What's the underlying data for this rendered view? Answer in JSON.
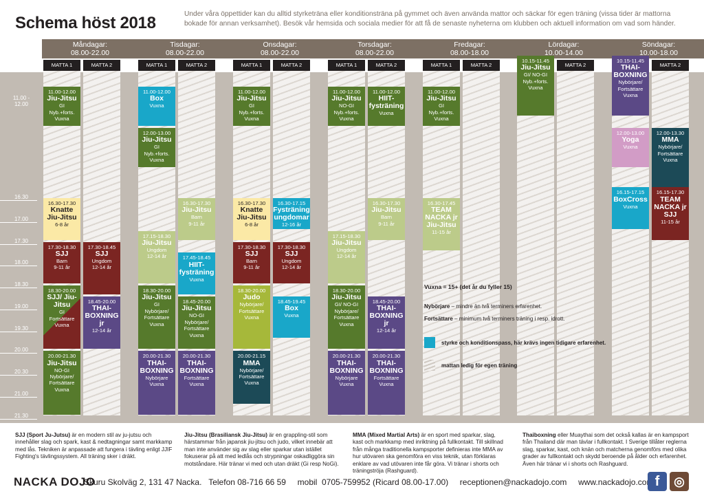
{
  "title": "Schema höst 2018",
  "intro": "Under våra öppettider kan du alltid styrketräna eller konditionsträna på gymmet och även använda mattor och säckar för egen träning (vissa tider är mattorna bokade för annan verksamhet). Besök vår hemsida och sociala medier för att få de senaste nyheterna om klubben och aktuell information om vad som händer.",
  "days": [
    {
      "name": "Måndagar:",
      "hours": "08.00-22.00",
      "m1": "MATTA 1",
      "m2": "MATTA 2"
    },
    {
      "name": "Tisdagar:",
      "hours": "08.00-22.00",
      "m1": "MATTA 1",
      "m2": "MATTA 2"
    },
    {
      "name": "Onsdagar:",
      "hours": "08.00-22.00",
      "m1": "MATTA 1",
      "m2": "MATTA 2"
    },
    {
      "name": "Torsdagar:",
      "hours": "08.00-22.00",
      "m1": "MATTA 1",
      "m2": "MATTA 2"
    },
    {
      "name": "Fredagar:",
      "hours": "08.00-18.00",
      "m1": "MATTA 1",
      "m2": "MATTA 2"
    },
    {
      "name": "Lördagar:",
      "hours": "10.00-14.00",
      "m1": "MATTA 1",
      "m2": "MATTA 2"
    },
    {
      "name": "Söndagar:",
      "hours": "10.00-18.00",
      "m1": "MATTA 1",
      "m2": "MATTA 2"
    }
  ],
  "times": [
    "11.00 - 12.00",
    "16.30",
    "17.00",
    "17.30",
    "18.00",
    "18.30",
    "19.00",
    "19.30",
    "20.00",
    "20.30",
    "21.00",
    "21.30"
  ],
  "classes": [
    {
      "time": "11.00-12.00",
      "name": "Jiu-Jitsu",
      "lines": [
        "GI",
        "Nyb.+forts.",
        "Vuxna"
      ]
    },
    {
      "time": "16.30-17.30",
      "name": "Knatte Jiu-Jitsu",
      "lines": [
        "6-8 år"
      ]
    },
    {
      "time": "17.30-18.30",
      "name": "SJJ",
      "lines": [
        "Barn",
        "9-11 år"
      ]
    },
    {
      "time": "18.30-20.00",
      "name": "SJJ/ Jiu-Jitsu",
      "lines": [
        "GI",
        "Fortsättare",
        "Vuxna"
      ]
    },
    {
      "time": "20.00-21.30",
      "name": "Jiu-Jitsu",
      "lines": [
        "NO-GI",
        "Nybörjare/",
        "Fortsättare",
        "Vuxna"
      ]
    },
    {
      "time": "17.30-18.45",
      "name": "SJJ",
      "lines": [
        "Ungdom",
        "12-14 år"
      ]
    },
    {
      "time": "18.45-20.00",
      "name": "THAI-BOXNING jr",
      "lines": [
        "12-14 år"
      ]
    },
    {
      "time": "11.00-12.00",
      "name": "Box",
      "lines": [
        "Vuxna"
      ]
    },
    {
      "time": "12.00-13.00",
      "name": "Jiu-Jitsu",
      "lines": [
        "GI",
        "Nyb.+forts.",
        "Vuxna"
      ]
    },
    {
      "time": "17.15-18.30",
      "name": "Jiu-Jitsu",
      "lines": [
        "Ungdom",
        "12-14 år"
      ]
    },
    {
      "time": "18.30-20.00",
      "name": "Jiu-Jitsu",
      "lines": [
        "GI",
        "Nybörjare/",
        "Fortsättare",
        "Vuxna"
      ]
    },
    {
      "time": "20.00-21.30",
      "name": "THAI-BOXNING",
      "lines": [
        "Nybörjare",
        "Vuxna"
      ]
    },
    {
      "time": "16.30-17.30",
      "name": "Jiu-Jitsu",
      "lines": [
        "Barn",
        "9-11 år"
      ]
    },
    {
      "time": "17.45-18.45",
      "name": "HIIT-fysträning",
      "lines": [
        "Vuxna"
      ]
    },
    {
      "time": "18.45-20.00",
      "name": "Jiu-Jitsu",
      "lines": [
        "NO-GI",
        "Nybörjare/",
        "Fortsättare",
        "Vuxna"
      ]
    },
    {
      "time": "20.00-21.30",
      "name": "THAI-BOXNING",
      "lines": [
        "Fortsättare",
        "Vuxna"
      ]
    },
    {
      "time": "11.00-12.00",
      "name": "Jiu-Jitsu",
      "lines": [
        "GI",
        "Nyb.+forts.",
        "Vuxna"
      ]
    },
    {
      "time": "16.30-17.30",
      "name": "Knatte Jiu-Jitsu",
      "lines": [
        "6-8 år"
      ]
    },
    {
      "time": "17.30-18.30",
      "name": "SJJ",
      "lines": [
        "Barn",
        "9-11 år"
      ]
    },
    {
      "time": "18.30-20.00",
      "name": "Judo",
      "lines": [
        "Nybörjare/",
        "Fortsättare",
        "Vuxna"
      ]
    },
    {
      "time": "20.00-21.15",
      "name": "MMA",
      "lines": [
        "Nybörjare/",
        "Fortsättare",
        "Vuxna"
      ]
    },
    {
      "time": "16.30-17.15",
      "name": "Fysträning ungdomar",
      "lines": [
        "12-16 år"
      ]
    },
    {
      "time": "17.30-18.30",
      "name": "SJJ",
      "lines": [
        "Ungdom",
        "12-14 år"
      ]
    },
    {
      "time": "18.45-19.45",
      "name": "Box",
      "lines": [
        "Vuxna"
      ]
    },
    {
      "time": "11.00-12.00",
      "name": "Jiu-Jitsu",
      "lines": [
        "NO-GI",
        "Nyb.+forts.",
        "Vuxna"
      ]
    },
    {
      "time": "17.15-18.30",
      "name": "Jiu-Jitsu",
      "lines": [
        "Ungdom",
        "12-14 år"
      ]
    },
    {
      "time": "18.30-20.00",
      "name": "Jiu-Jitsu",
      "lines": [
        "GI/ NO-GI",
        "Nybörjare/",
        "Fortsättare",
        "Vuxna"
      ]
    },
    {
      "time": "20.00-21.30",
      "name": "THAI-BOXNING",
      "lines": [
        "Nybörjare",
        "Vuxna"
      ]
    },
    {
      "time": "11.00-12.00",
      "name": "HIIT-fysträning",
      "lines": [
        "Vuxna"
      ]
    },
    {
      "time": "16.30-17.30",
      "name": "Jiu-Jitsu",
      "lines": [
        "Barn",
        "9-11 år"
      ]
    },
    {
      "time": "18.45-20.00",
      "name": "THAI-BOXNING jr",
      "lines": [
        "12-14 år"
      ]
    },
    {
      "time": "20.00-21.30",
      "name": "THAI-BOXNING",
      "lines": [
        "Fortsättare",
        "Vuxna"
      ]
    },
    {
      "time": "11.00-12.00",
      "name": "Jiu-Jitsu",
      "lines": [
        "GI",
        "Nyb.+forts.",
        "Vuxna"
      ]
    },
    {
      "time": "16.30-17.45",
      "name": "TEAM NACKA jr Jiu-Jitsu",
      "lines": [
        "11-15 år"
      ]
    },
    {
      "time": "10.15-11.45",
      "name": "Jiu-Jitsu",
      "lines": [
        "GI/ NO-GI",
        "Nyb.+forts.",
        "Vuxna"
      ]
    },
    {
      "time": "10.15-11.45",
      "name": "THAI-BOXNING",
      "lines": [
        "Nybörjare/",
        "Fortsättare",
        "Vuxna"
      ]
    },
    {
      "time": "12.00-13.00",
      "name": "Yoga",
      "lines": [
        "Vuxna"
      ]
    },
    {
      "time": "16.15-17.15",
      "name": "BoxCross",
      "lines": [
        "Vuxna"
      ]
    },
    {
      "time": "12.00-13.30",
      "name": "MMA",
      "lines": [
        "Nybörjare/",
        "Fortsättare",
        "Vuxna"
      ]
    },
    {
      "time": "16.15-17.30",
      "name": "TEAM NACKA jr SJJ",
      "lines": [
        "11-15 år"
      ]
    }
  ],
  "legend": {
    "vuxna": "Vuxna = 15+ (det år du fyller 15)",
    "nyb_term": "Nybörjare",
    "nyb_text": " – mindre än två terminers erfarenhet.",
    "forts_term": "Fortsättare",
    "forts_text": " – minimum två terminers träning i resp. idrott.",
    "styrke": "styrke och konditionspass, här krävs ingen tidigare erfarenhet.",
    "matta": "mattan ledig för egen träning"
  },
  "notes": [
    {
      "term": "SJJ (Sport Ju-Jutsu)",
      "text": " är en modern stil av ju-jutsu och innehåller slag och spark, kast & nedtagningar samt markkamp med lås. Tekniken är anpassade att fungera i tävling enligt JJIF Fighting's tävlingssystem. All träning sker i dräkt."
    },
    {
      "term": "Jiu-Jitsu (Brasiliansk Jiu-Jitsu)",
      "text": " är en grappling-stil som härstammar från japansk jiu-jitsu och judo, vilket innebär att man inte använder sig av slag eller sparkar utan istället fokuserar på att med ledlås och strypningar oskadliggöra sin motståndare. Här tränar vi med och utan dräkt (Gi resp NoGi)."
    },
    {
      "term": "MMA (Mixed Martial Arts)",
      "text": " är en sport med sparkar, slag, kast och markkamp med inriktning på fullkontakt. Till skillnad från många traditionella kampsporter definieras inte MMA av hur utövaren ska genomföra en viss teknik, utan förklaras enklare av vad utövaren inte får göra. Vi tränar i shorts och träningströja (Rashguard)."
    },
    {
      "term": "Thaiboxning",
      "text": " eller Muaythai som det också kallas är en kampsport från Thailand där man tävlar i fullkontakt. I Sverige tillåter reglerna slag, sparkar, kast, och knän och matcherna genomförs med olika grader av fullkontakt och skydd beroende på ålder och erfarenhet. Även här tränar vi i shorts och Rashguard."
    }
  ],
  "footer": {
    "logo": "NACKA DOJO",
    "contact": "Skuru Skolväg 2, 131 47 Nacka.   Telefon 08-716 66 59     mobil  0705-759952 (Ricard 08.00-17.00)     receptionen@nackadojo.com     www.nackadojo.com",
    "fb": "f",
    "ig": "◎"
  },
  "colors": {
    "jiujitsu": "#567a2c",
    "sjj": "#7b2522",
    "knatte": "#fbe9a6",
    "box": "#19a7c9",
    "thai": "#5b4986",
    "mma": "#1c4a57",
    "judo": "#a6b83a",
    "barn": "#bccb8a",
    "yoga": "#d29cc6",
    "teamnacka": "#7b2522"
  }
}
